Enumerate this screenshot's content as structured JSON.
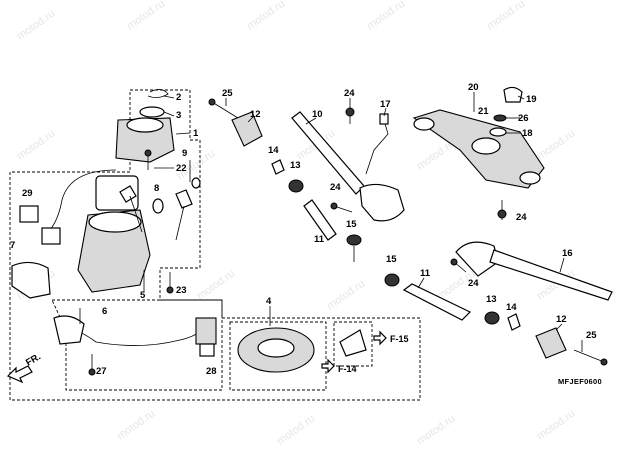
{
  "watermark": "motod.ru",
  "diagram_code": "MFJEF0600",
  "direction_label": "FR.",
  "refs": {
    "f15": "F-15",
    "f14": "F-14"
  },
  "callouts": {
    "c1": "1",
    "c2": "2",
    "c3": "3",
    "c4": "4",
    "c5": "5",
    "c6": "6",
    "c7": "7",
    "c8": "8",
    "c9": "9",
    "c10": "10",
    "c11a": "11",
    "c11b": "11",
    "c12a": "12",
    "c12b": "12",
    "c13a": "13",
    "c13b": "13",
    "c14a": "14",
    "c14b": "14",
    "c15a": "15",
    "c15b": "15",
    "c16": "16",
    "c17": "17",
    "c18": "18",
    "c19": "19",
    "c20": "20",
    "c21": "21",
    "c22": "22",
    "c23": "23",
    "c24a": "24",
    "c24b": "24",
    "c24c": "24",
    "c24d": "24",
    "c25a": "25",
    "c25b": "25",
    "c26": "26",
    "c27": "27",
    "c28": "28",
    "c29": "29"
  }
}
